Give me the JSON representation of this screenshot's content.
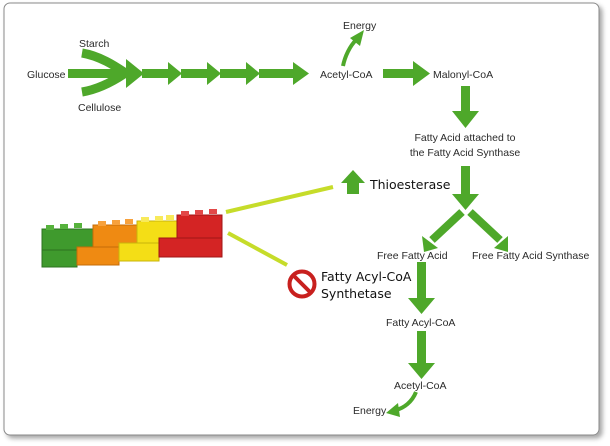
{
  "labels": {
    "glucose": "Glucose",
    "starch": "Starch",
    "cellulose": "Cellulose",
    "energy_top": "Energy",
    "acetyl_coa_top": "Acetyl-CoA",
    "malonyl_coa": "Malonyl-CoA",
    "fa_attached_line1": "Fatty Acid attached to",
    "fa_attached_line2": "the Fatty Acid Synthase",
    "thioesterase": "Thioesterase",
    "free_fatty_acid": "Free Fatty Acid",
    "free_fatty_acid_synthase": "Free Fatty Acid Synthase",
    "fatty_acyl_coa_synthetase_line1": "Fatty Acyl-CoA",
    "fatty_acyl_coa_synthetase_line2": "Synthetase",
    "fatty_acyl_coa": "Fatty Acyl-CoA",
    "acetyl_coa_bottom": "Acetyl-CoA",
    "energy_bottom": "Energy"
  },
  "colors": {
    "arrow_green": "#4ea82a",
    "connector_lime": "#c6dc2a",
    "brick_green": "#3f9a2d",
    "brick_orange": "#ef8a12",
    "brick_yellow": "#f4de16",
    "brick_red": "#d42424",
    "inhibit_red": "#c8201e"
  },
  "icons": {
    "thioesterase_marker": "up-arrow-icon",
    "inhibition_marker": "prohibited-icon",
    "fatty_acid_model": "lego-brick-stack-icon"
  }
}
